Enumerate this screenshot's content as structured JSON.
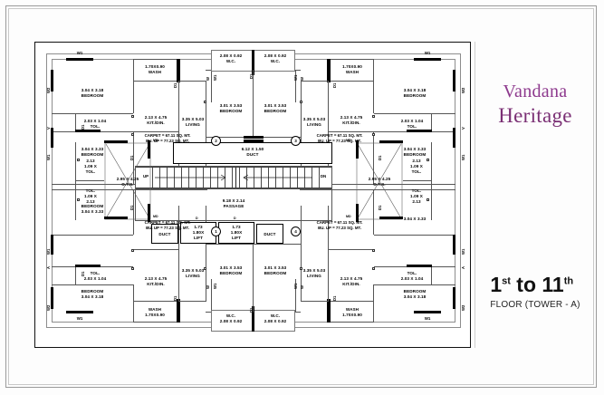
{
  "document": {
    "type": "architectural-floor-plan",
    "project_name_line1": "Vandana",
    "project_name_line2": "Heritage",
    "floor_main": "1",
    "floor_main_sup": "st",
    "floor_to": "to",
    "floor_end": "11",
    "floor_end_sup": "th",
    "floor_sub": "FLOOR (TOWER - A)",
    "brand_color": "#7a2f74",
    "ink_color": "#000000"
  },
  "units": {
    "carpet_label": "CARPET = 67.11 SQ. MT.",
    "builtup_label": "BU. UP = 77.23 SQ. MT.",
    "numbers": [
      "1",
      "2",
      "3",
      "4"
    ]
  },
  "rooms": {
    "bedroom_3_04x3_18": {
      "dim": "3.04 X 3.18",
      "name": "BEDROOM"
    },
    "bedroom_3_04x3_33": {
      "dim": "3.04 X 3.33",
      "name": "BEDROOM"
    },
    "bedroom_3_01x3_53": {
      "dim": "3.01 X 3.53",
      "name": "BEDROOM"
    },
    "living": {
      "dim": "3.35 X 5.03",
      "name": "LIVING"
    },
    "kitchen": {
      "dim": "2.13 X 4.75",
      "name": "KIT./DIN."
    },
    "wash": {
      "dim": "1.70X0.90",
      "name": "WASH"
    },
    "toilet_small": {
      "dim": "2.03 X 1.04",
      "name": "TOL."
    },
    "toilet_mid_a": {
      "dim_top": "2.13",
      "dim_bottom": "1.09 X",
      "name": "TOL."
    },
    "toilet_mid_b": {
      "name": "TOL.",
      "dim_top": "1.09 X",
      "dim_bottom": "2.13"
    },
    "wc": {
      "dim": "2.08 X 0.92",
      "name": "W.C."
    },
    "ots": {
      "dim": "2.95 X 4.25",
      "name": "O.T.S."
    },
    "duct_top": {
      "dim": "6.12 X 1.50",
      "name": "DUCT"
    },
    "passage": {
      "dim": "9.18 X 2.14",
      "name": "PASSAGE"
    },
    "lift": {
      "dim_top": "1.73",
      "dim_bottom": "1.80X",
      "name": "LIFT"
    },
    "duct_side": {
      "name": "DUCT"
    }
  },
  "markers": {
    "stair_up": "UP",
    "stair_down": "DN",
    "main_door": "MD",
    "door": "D",
    "door_d1": "D1",
    "window_w": "W",
    "window_w1": "W1",
    "window_w2": "W2",
    "vent_v": "V",
    "vent_a": "A"
  }
}
